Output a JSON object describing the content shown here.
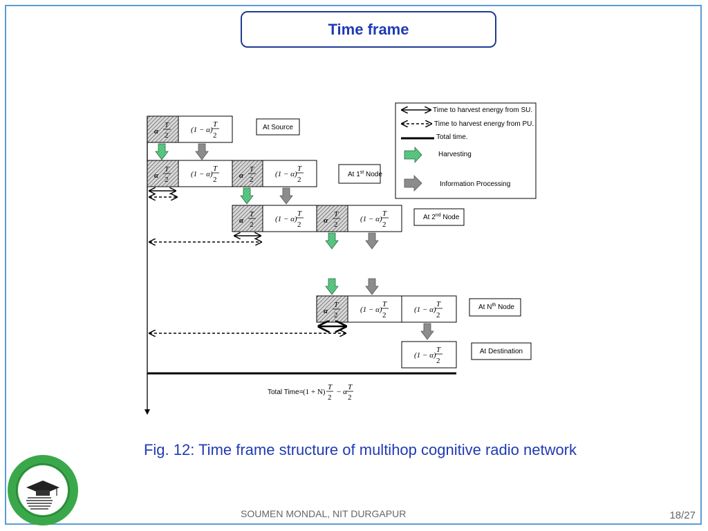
{
  "slide": {
    "title": "Time frame",
    "caption": "Fig. 12: Time frame structure of multihop cognitive radio network",
    "footer": "SOUMEN MONDAL, NIT DURGAPUR",
    "page_number": "18/27"
  },
  "diagram": {
    "alpha_label": "α",
    "one_minus_alpha": "(1 − α)",
    "frac_T": "T",
    "frac_2": "2",
    "node_labels": {
      "source": "At Source",
      "node1_pre": "At 1",
      "node1_sup": "st",
      "node1_post": " Node",
      "node2_pre": "At 2",
      "node2_sup": "nd",
      "node2_post": " Node",
      "nodeN_pre": "At N",
      "nodeN_sup": "th",
      "nodeN_post": " Node",
      "destination": "At Destination"
    },
    "legend": {
      "su": "Time to harvest energy from SU.",
      "pu": "Time to harvest energy from PU.",
      "total": "Total time.",
      "harvesting": "Harvesting",
      "processing": "Information Processing"
    },
    "total_time_prefix": "Total Time=",
    "total_time_1pN": "(1 + N)",
    "total_time_minus": "− α"
  },
  "colors": {
    "title_blue": "#1f3ab4",
    "frame_blue": "#5b9bd5",
    "harvest_green": "#5fcf8a",
    "process_gray": "#8c8c8c",
    "hatch_gray": "#9a9a9a"
  },
  "icons": [
    "double-arrow-solid-icon",
    "double-arrow-dashed-icon",
    "total-time-line-icon",
    "harvesting-arrow-icon",
    "processing-arrow-icon",
    "logo-seal"
  ]
}
